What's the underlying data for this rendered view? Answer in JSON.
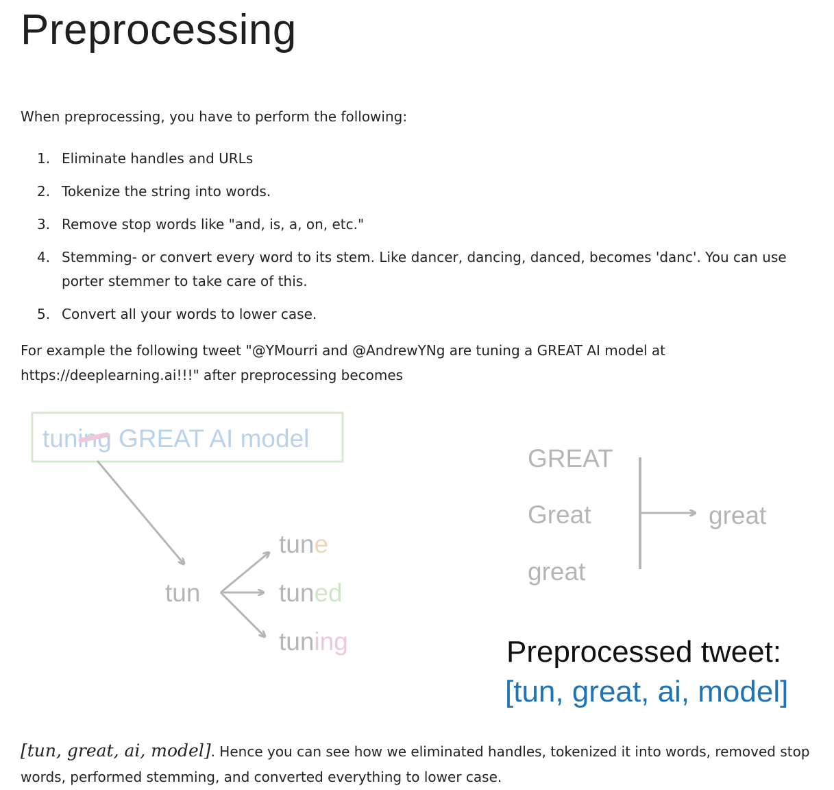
{
  "title": "Preprocessing",
  "intro": "When preprocessing, you have to perform the following:",
  "steps": [
    {
      "num": "1.",
      "text": "Eliminate handles and URLs"
    },
    {
      "num": "2.",
      "text": "Tokenize the string into words."
    },
    {
      "num": "3.",
      "text": "Remove stop words like \"and, is, a, on, etc.\""
    },
    {
      "num": "4.",
      "text": "Stemming- or convert every word to its stem. Like dancer, dancing, danced, becomes 'danc'. You can use porter stemmer to take care of this."
    },
    {
      "num": "5.",
      "text": "Convert all your words to lower case."
    }
  ],
  "example": "For example the following tweet \"@YMourri and @AndrewYNg are tuning a GREAT AI model at https://deeplearning.ai!!!\" after preprocessing becomes",
  "figure": {
    "input_phrase": "tuning GREAT AI model",
    "stem": "tun",
    "stem_variants": [
      {
        "stem": "tun",
        "suffix": "e",
        "suffix_color": "#f2d3b6"
      },
      {
        "stem": "tun",
        "suffix": "ed",
        "suffix_color": "#cfe6c6"
      },
      {
        "stem": "tun",
        "suffix": "ing",
        "suffix_color": "#ebc9d9"
      }
    ],
    "case_variants": [
      "GREAT",
      "Great",
      "great"
    ],
    "case_result": "great",
    "result_label": "Preprocessed tweet:",
    "result_list": "[tun, great, ai, model]",
    "colors": {
      "faded_gray": "#b5b5b5",
      "input_text": "#b9d2ea",
      "box_border": "#d6e8cf",
      "result_blue": "#1f73b7",
      "result_label": "#111111"
    }
  },
  "footer": {
    "math": "[tun, great, ai, model]",
    "text": ". Hence you can see how we eliminated handles, tokenized it into words, removed stop words, performed stemming, and converted everything to lower case."
  }
}
